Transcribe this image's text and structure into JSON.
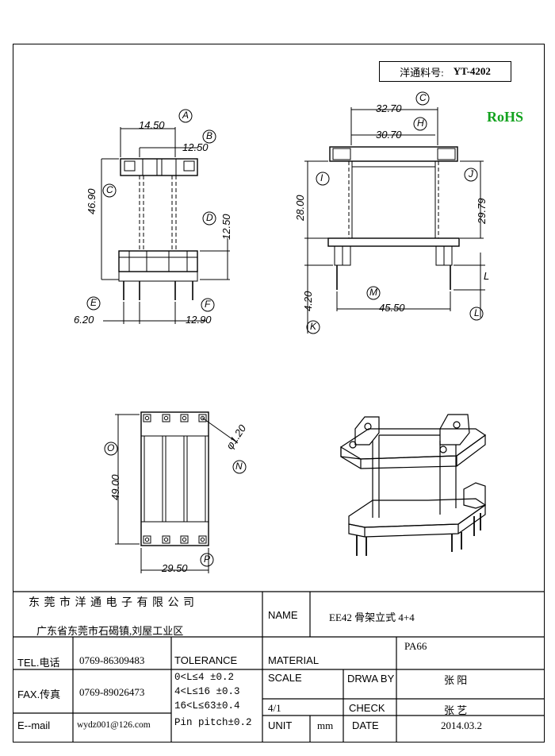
{
  "part_box": {
    "label": "洋通料号:",
    "number": "YT-4202"
  },
  "rohs": "RoHS",
  "dims": {
    "d1450": "14.50",
    "d1250": "12.50",
    "d4690": "46.90",
    "d1250b": "12.50",
    "d620": "6.20",
    "d1290": "12.90",
    "d3270": "32.70",
    "d3070": "30.70",
    "d2800": "28.00",
    "d2979": "29.79",
    "d420": "4.20",
    "d4550": "45.50",
    "d4900": "49.00",
    "d2950": "29.50",
    "d120": "φ1.20"
  },
  "markers": {
    "A": "A",
    "B": "B",
    "C": "C",
    "D": "D",
    "E": "E",
    "F": "F",
    "H": "H",
    "I": "I",
    "J": "J",
    "K": "K",
    "L": "L",
    "M": "M",
    "N": "N",
    "O": "O",
    "P": "P"
  },
  "title_block": {
    "company": "东 莞 市 洋 通 电 子 有 限 公 司",
    "address": "广东省东莞市石碣镇,刘屋工业区",
    "name_label": "NAME",
    "name_value": "EE42 骨架立式 4+4",
    "tel_label": "TEL.电话",
    "tel_value": "0769-86309483",
    "tolerance_label": "TOLERANCE",
    "material_label": "MATERIAL",
    "material_value": "PA66",
    "fax_label": "FAX.传真",
    "fax_value": "0769-89026473",
    "tol1": "0<L≤4   ±0.2",
    "tol2": "4<L≤16  ±0.3",
    "tol3": "16<L≤63±0.4",
    "tol4": "Pin pitch±0.2",
    "scale_label": "SCALE",
    "scale_value": "4/1",
    "drawn_label": "DRWA BY",
    "drawn_value": "张 阳",
    "check_label": "CHECK",
    "check_value": "张 艺",
    "email_label": "E--mail",
    "email_value": "wydz001@126.com",
    "unit_label": "UNIT",
    "unit_value": "mm",
    "date_label": "DATE",
    "date_value": "2014.03.2"
  }
}
